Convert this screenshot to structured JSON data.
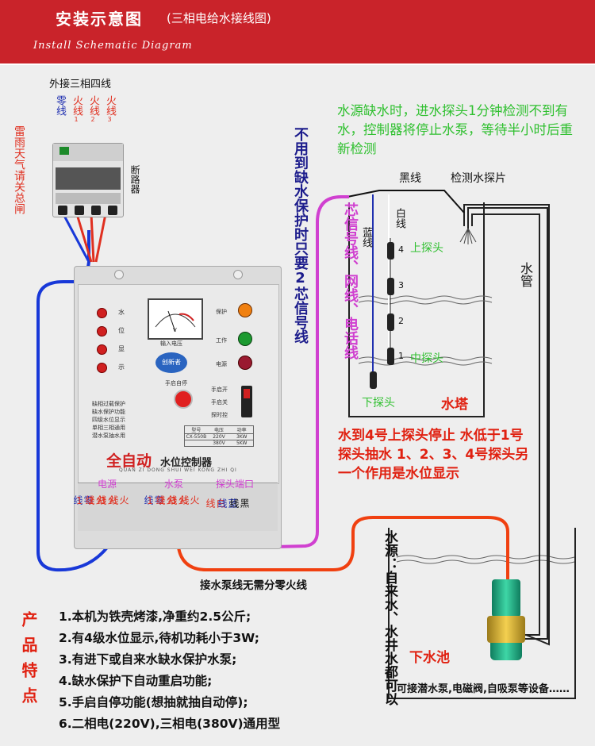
{
  "header": {
    "title": "安装示意图",
    "subtitle": "(三相电给水接线图)",
    "english": "Install Schematic Diagram"
  },
  "breaker": {
    "top_label": "外接三相四线",
    "wires": [
      {
        "name": "零线",
        "num": "",
        "color": "#2030b0"
      },
      {
        "name": "火线",
        "num": "1",
        "color": "#e03020"
      },
      {
        "name": "火线",
        "num": "2",
        "color": "#e03020"
      },
      {
        "name": "火线",
        "num": "3",
        "color": "#e03020"
      }
    ],
    "side_label": "断路器",
    "warning": "雷雨天气请关总闸"
  },
  "notes": {
    "vertical_note": "不用到缺水保护时只要2芯信号线",
    "signal_cable": "芯信号线、网线、电话线",
    "shortage_note": "水源缺水时，进水探头1分钟检测不到有水，控制器将停止水泵，等待半小时后重新检测",
    "pump_wire_note": "接水泵线无需分零火线",
    "probe_note": "水到4号上探头停止 水低于1号探头抽水 1、2、3、4号探头另 一个作用是水位显示",
    "source_label": "水源：自来水、水井水都可以",
    "pump_note": "可接潜水泵,电磁阀,自吸泵等设备……"
  },
  "tower": {
    "black_wire": "黑线",
    "sensor": "检测水探片",
    "white_wire": "白线",
    "blue_wire": "蓝线",
    "upper_probe": "上探头",
    "middle_probe": "中探头",
    "lower_probe": "下探头",
    "probe_numbers": [
      "4",
      "3",
      "2",
      "1"
    ],
    "tower_label": "水塔",
    "pipe_label": "水管"
  },
  "pool": {
    "label": "下水池"
  },
  "controller": {
    "left_labels": [
      "水",
      "位",
      "显",
      "示"
    ],
    "meter_label": "输入电压",
    "meter_unit": "V",
    "right_labels": [
      "保护",
      "工作",
      "电源"
    ],
    "logo": "创新者",
    "manual_label": "手启自停",
    "mode_labels": [
      "手启开",
      "手启关",
      "探时控"
    ],
    "features": [
      "缺相过载保护",
      "缺水保护功能",
      "四级水位显示",
      "单相三相通用",
      "潜水泵抽水用"
    ],
    "spec_headers": [
      "型号",
      "电压",
      "功率"
    ],
    "spec_model": "CX-550B",
    "spec_rows": [
      [
        "220V",
        "3KW"
      ],
      [
        "380V",
        "5KW"
      ]
    ],
    "brand_bold": "全自动",
    "brand_rest": "水位控制器",
    "brand_en": "QUAN ZI DONG SHUI WEI KONG ZHI QI",
    "terminals": {
      "power_title": "电源",
      "power": [
        "零线",
        "火线1",
        "火线2",
        "火线3"
      ],
      "pump_title": "水泵",
      "pump": [
        "零线",
        "火线1",
        "火线2",
        "火线3"
      ],
      "probe_title": "探头端口",
      "probe": [
        "白线",
        "蓝线",
        "黑线"
      ]
    }
  },
  "features": {
    "title": "产品特点",
    "items": [
      "1.本机为铁壳烤漆,净重约2.5公斤;",
      "2.有4级水位显示,待机功耗小于3W;",
      "3.有进下或自来水缺水保护水泵;",
      "4.缺水保护下自动重启功能;",
      "5.手启自停功能(想抽就抽自动停);",
      "6.二相电(220V),三相电(380V)通用型"
    ]
  },
  "colors": {
    "header_red": "#c9232a",
    "neutral_blue": "#2030b0",
    "live_red": "#e03020",
    "signal_magenta": "#d040d0",
    "pump_orange": "#f04010",
    "note_green": "#30c030",
    "note_red": "#e02010"
  }
}
